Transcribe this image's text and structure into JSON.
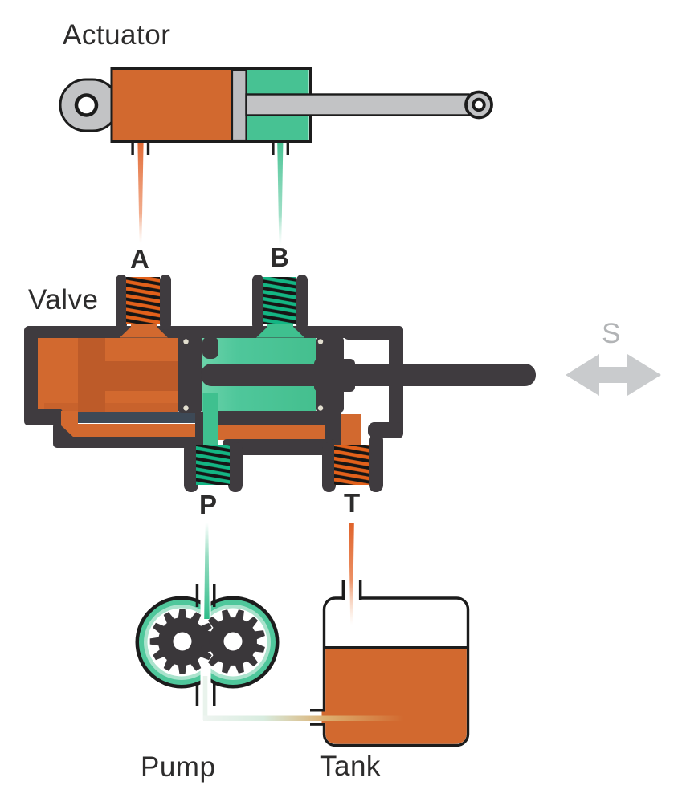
{
  "labels": {
    "actuator": "Actuator",
    "valve": "Valve",
    "pump": "Pump",
    "tank": "Tank"
  },
  "ports": {
    "a": "A",
    "b": "B",
    "p": "P",
    "t": "T"
  },
  "spool": {
    "label": "S"
  },
  "colors": {
    "orange": "#d2692f",
    "orange-dark": "#bd5b29",
    "orange-line": "#e0632b",
    "green": "#47c293",
    "green-line": "#3fc08f",
    "green-ring": "#4fc79b",
    "ring-light": "#abe3cd",
    "dark": "#3f3b3f",
    "dark-blue": "#3d4956",
    "outline": "#1c1c1c",
    "metal": "#c2c3c5",
    "metal-dark": "#bcbdbf",
    "hatch-orange": "#e2611b",
    "hatch-green": "#14b583",
    "stripe": "#161616",
    "arrow": "#c9cbcd",
    "gear": "#3a373a",
    "pale-line": "#e9f3ec",
    "label": "#2d2c2c",
    "label-muted": "#b2b4b6"
  }
}
